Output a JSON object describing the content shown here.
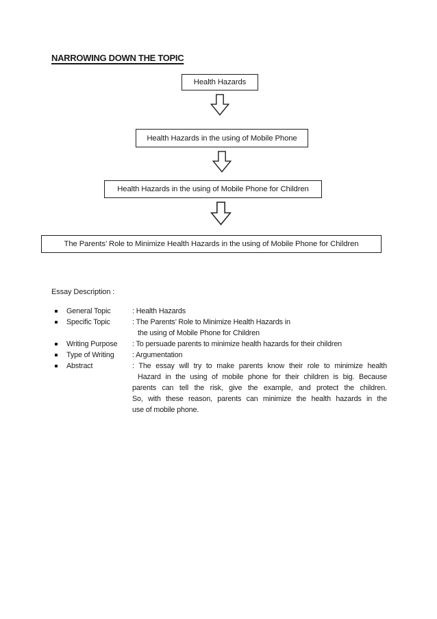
{
  "document": {
    "title": "NARROWING DOWN THE TOPIC",
    "flowchart": {
      "arrow_icon": "down-block-arrow",
      "boxes": [
        "Health Hazards",
        "Health Hazards in the using of Mobile Phone",
        "Health Hazards in the using of Mobile Phone for Children",
        "The Parents’ Role to Minimize Health Hazards in the using of Mobile Phone for Children"
      ]
    },
    "essay": {
      "heading": "Essay Description :",
      "items": [
        {
          "label": "General Topic",
          "lines": [
            ": Health Hazards"
          ]
        },
        {
          "label": "Specific Topic",
          "lines": [
            ": The Parents’ Role to Minimize Health Hazards in",
            "the using of Mobile Phone for Children"
          ]
        },
        {
          "label": "Writing Purpose",
          "lines": [
            ": To persuade parents to minimize health hazards for their children"
          ]
        },
        {
          "label": "Type of Writing",
          "lines": [
            ": Argumentation"
          ]
        },
        {
          "label": "Abstract",
          "lines": [
            ": The essay will try to make parents know their role to minimize health",
            "Hazard in the using of mobile phone for their children is big. Because",
            "parents can tell the risk, give the example, and protect the children.",
            "So, with these reason, parents can minimize the health hazards in the",
            "use of mobile phone."
          ]
        }
      ]
    },
    "colors": {
      "text": "#1a1a1a",
      "border": "#1f1f1f",
      "background": "#ffffff"
    }
  }
}
